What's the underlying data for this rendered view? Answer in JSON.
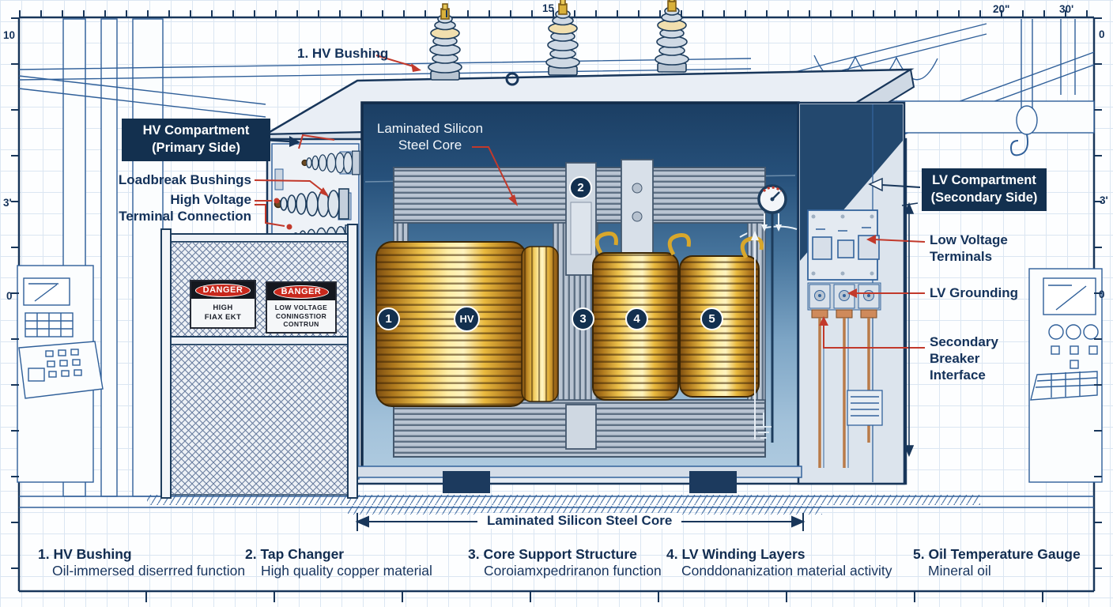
{
  "colors": {
    "navy": "#18365a",
    "red": "#c2392b",
    "label_bg": "#13304f",
    "copper": "#e3b33c",
    "oil_dark": "#1b3e63"
  },
  "rulers": {
    "top": {
      "t15": "15",
      "t20": "20\"",
      "t30": "30'"
    },
    "left": {
      "l10": "10",
      "l3": "3'",
      "l0": "0"
    },
    "right": {
      "r0a": "0",
      "r3": "3'",
      "r0b": "0"
    }
  },
  "callouts": {
    "hv_bushing": "1. HV Bushing",
    "hv_comp_1": "HV Compartment",
    "hv_comp_2": "(Primary Side)",
    "core_1": "Laminated Silicon",
    "core_2": "Steel Core",
    "loadbreak": "Loadbreak Bushings",
    "hv_term_1": "High Voltage",
    "hv_term_2": "Terminal Connection",
    "lv_comp_1": "LV Compartment",
    "lv_comp_2": "(Secondary Side)",
    "lv_term_1": "Low Voltage",
    "lv_term_2": "Terminals",
    "lv_ground": "LV Grounding",
    "sec_brk_1": "Secondary",
    "sec_brk_2": "Breaker",
    "sec_brk_3": "Interface",
    "bottom_dim": "Laminated Silicon Steel Core"
  },
  "badges": {
    "n1": "1",
    "hv": "HV",
    "n2": "2",
    "n3": "3",
    "n4": "4",
    "n5": "5"
  },
  "signs": {
    "sign1": {
      "header": "DANGER",
      "line1": "HIGH",
      "line2": "FIAX EKT"
    },
    "sign2": {
      "header": "BANGER",
      "line1": "LOW VOLTAGE",
      "line2": "CONINGSTIOR",
      "line3": "CONTRUN"
    }
  },
  "legend": [
    {
      "title": "1. HV Bushing",
      "desc": "Oil-immersed diserrred function"
    },
    {
      "title": "2. Tap Changer",
      "desc": "High quality copper material"
    },
    {
      "title": "3. Core Support Structure",
      "desc": "Coroiamxpedriranon function"
    },
    {
      "title": "4. LV Winding Layers",
      "desc": "Conddonanization material activity"
    },
    {
      "title": "5. Oil Temperature Gauge",
      "desc": "Mineral oil"
    }
  ]
}
